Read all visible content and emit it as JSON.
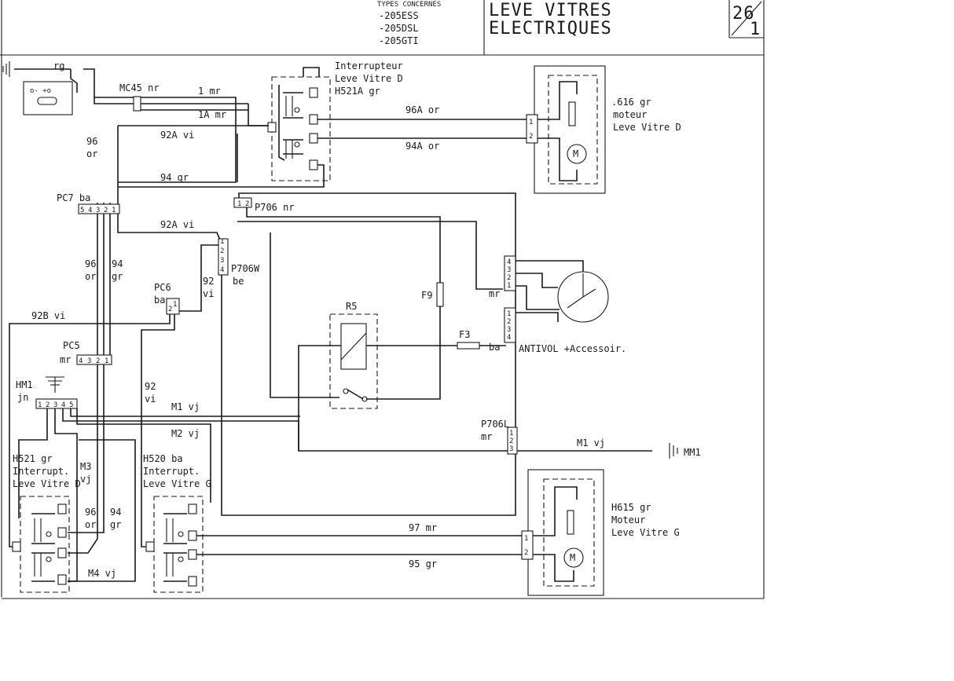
{
  "header": {
    "types_title": "TYPES CONCERNES",
    "types": [
      "-205ESS",
      "-205DSL",
      "-205GTI"
    ],
    "title_line1": "LEVE VITRES",
    "title_line2": "ELECTRIQUES",
    "sheet_number": "26",
    "sheet_sub": "1"
  },
  "battery": {
    "label": "rg",
    "terminals": "o-  +o"
  },
  "connectors": {
    "mc45": "MC45 nr",
    "pc7": "PC7 ba",
    "pc7_pins": [
      "5",
      "4",
      "3",
      "2",
      "1"
    ],
    "p706": "P706 nr",
    "p706_pins": [
      "1",
      "2"
    ],
    "p706w": "P706W",
    "p706w_color": "be",
    "p706w_pins": [
      "4",
      "3",
      "2",
      "1"
    ],
    "pc6": "PC6",
    "pc6_color": "ba",
    "pc6_pins": [
      "2",
      "1"
    ],
    "pc5": "PC5",
    "pc5_color": "mr",
    "pc5_pins": [
      "4",
      "3",
      "2",
      "1"
    ],
    "hm1": "HM1",
    "hm1_color": "jn",
    "hm1_pins": [
      "1",
      "2",
      "3",
      "4",
      "5"
    ],
    "p706l": "P706L",
    "p706l_color": "mr",
    "p706l_pins": [
      "1",
      "2",
      "3"
    ],
    "antivol_pins": [
      "4",
      "3",
      "2",
      "1"
    ],
    "wiper_pins": [
      "1",
      "2",
      "3",
      "4"
    ]
  },
  "switch_right": {
    "line1": "Interrupteur",
    "line2": "Leve Vitre D",
    "line3": "H521A gr"
  },
  "motor_right": {
    "line1": ".616 gr",
    "line2": "moteur",
    "line3": "Leve Vitre D"
  },
  "switch_d": {
    "line1": "H521 gr",
    "line2": "Interrupt.",
    "line3": "Leve Vitre D"
  },
  "switch_g": {
    "line1": "H520 ba",
    "line2": "Interrupt.",
    "line3": "Leve Vitre G"
  },
  "motor_left": {
    "line1": "H615 gr",
    "line2": "Moteur",
    "line3": "Leve Vitre G"
  },
  "components": {
    "relay": "R5",
    "fuse_f9": "F9",
    "fuse_f3": "F3",
    "f3_color": "ba",
    "antivol": "ANTIVOL +Accessoir.",
    "ground_mm1": "MM1",
    "wiper_color": "mr",
    "motor_symbol": "M"
  },
  "wires": {
    "w1mr": "1 mr",
    "w1amr": "1A mr",
    "w96aor": "96A or",
    "w94aor": "94A or",
    "w92avi_top": "92A vi",
    "w94gr_top": "94 gr",
    "w92avi_mid": "92A vi",
    "w96or_top_a": "96",
    "w96or_top_b": "or",
    "w96or_mid_a": "96",
    "w96or_mid_b": "or",
    "w94gr_mid_a": "94",
    "w94gr_mid_b": "gr",
    "w92vi_a": "92",
    "w92vi_b": "vi",
    "w92bvi": "92B vi",
    "w92vi_low_a": "92",
    "w92vi_low_b": "vi",
    "wm1vj": "M1 vj",
    "wm2vj": "M2 vj",
    "wm3vj_a": "M3",
    "wm3vj_b": "vj",
    "wm4vj": "M4 vj",
    "w96or_low_a": "96",
    "w96or_low_b": "or",
    "w94gr_low_a": "94",
    "w94gr_low_b": "gr",
    "w97mr": "97 mr",
    "w95gr": "95 gr",
    "wm1vj_right": "M1 vj"
  }
}
